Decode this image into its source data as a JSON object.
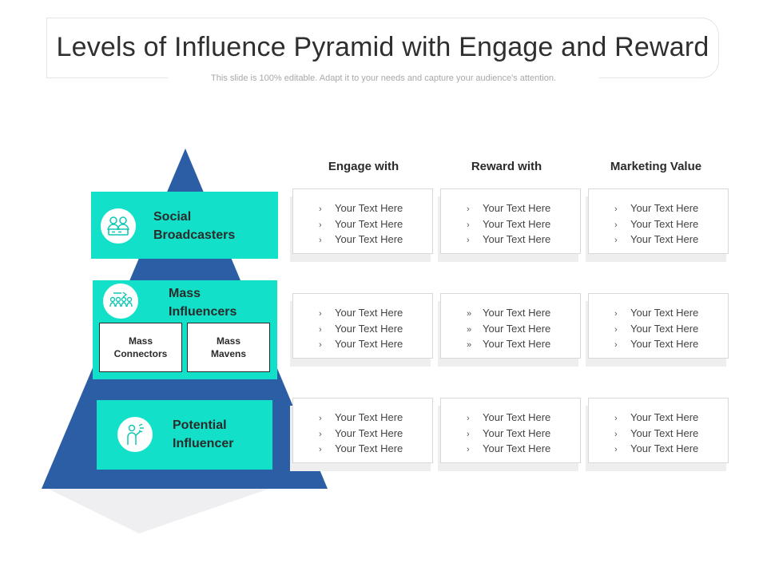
{
  "title": "Levels of Influence Pyramid with Engage and Reward",
  "subtitle": "This slide is 100% editable. Adapt it to your needs and capture your audience's attention.",
  "colors": {
    "pyramid": "#2c5ea6",
    "level": "#12e0c9",
    "shadow": "#eeeeee"
  },
  "columns": [
    "Engage with",
    "Reward with",
    "Marketing Value"
  ],
  "levels": [
    {
      "label_line1": "Social",
      "label_line2": "Broadcasters",
      "icon": "people-icon"
    },
    {
      "label_line1": "Mass",
      "label_line2": "Influencers",
      "icon": "crowd-icon",
      "sub": [
        {
          "line1": "Mass",
          "line2": "Connectors"
        },
        {
          "line1": "Mass",
          "line2": "Mavens"
        }
      ]
    },
    {
      "label_line1": "Potential",
      "label_line2": "Influencer",
      "icon": "person-speaking-icon"
    }
  ],
  "rows": [
    [
      {
        "bullet": "›",
        "items": [
          "Your Text Here",
          "Your Text Here",
          "Your Text Here"
        ]
      },
      {
        "bullet": "›",
        "items": [
          "Your Text Here",
          "Your Text Here",
          "Your Text Here"
        ]
      },
      {
        "bullet": "›",
        "items": [
          "Your Text Here",
          "Your Text Here",
          "Your Text Here"
        ]
      }
    ],
    [
      {
        "bullet": "›",
        "items": [
          "Your Text Here",
          "Your Text Here",
          "Your Text Here"
        ]
      },
      {
        "bullet": "»",
        "items": [
          "Your Text Here",
          "Your Text Here",
          "Your Text Here"
        ]
      },
      {
        "bullet": "›",
        "items": [
          "Your Text Here",
          "Your Text Here",
          "Your Text Here"
        ]
      }
    ],
    [
      {
        "bullet": "›",
        "items": [
          "Your Text Here",
          "Your Text Here",
          "Your Text Here"
        ]
      },
      {
        "bullet": "›",
        "items": [
          "Your Text Here",
          "Your Text Here",
          "Your Text Here"
        ]
      },
      {
        "bullet": "›",
        "items": [
          "Your Text Here",
          "Your Text Here",
          "Your Text Here"
        ]
      }
    ]
  ]
}
